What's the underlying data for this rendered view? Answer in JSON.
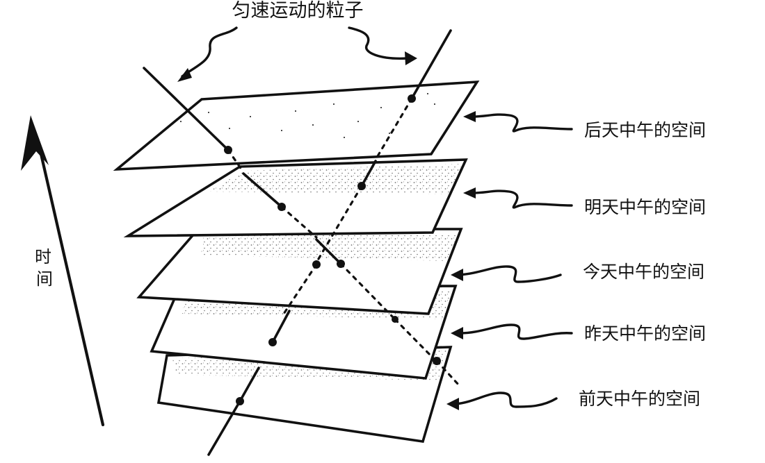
{
  "diagram": {
    "title": "匀速运动的粒子",
    "time_axis_label": "时间",
    "planes": [
      {
        "key": "day-after-tomorrow",
        "label": "后天中午的空间"
      },
      {
        "key": "tomorrow",
        "label": "明天中午的空间"
      },
      {
        "key": "today",
        "label": "今天中午的空间"
      },
      {
        "key": "yesterday",
        "label": "昨天中午的空间"
      },
      {
        "key": "day-before-yesterday",
        "label": "前天中午的空间"
      }
    ],
    "colors": {
      "ink": "#111111",
      "paper": "#ffffff"
    }
  }
}
